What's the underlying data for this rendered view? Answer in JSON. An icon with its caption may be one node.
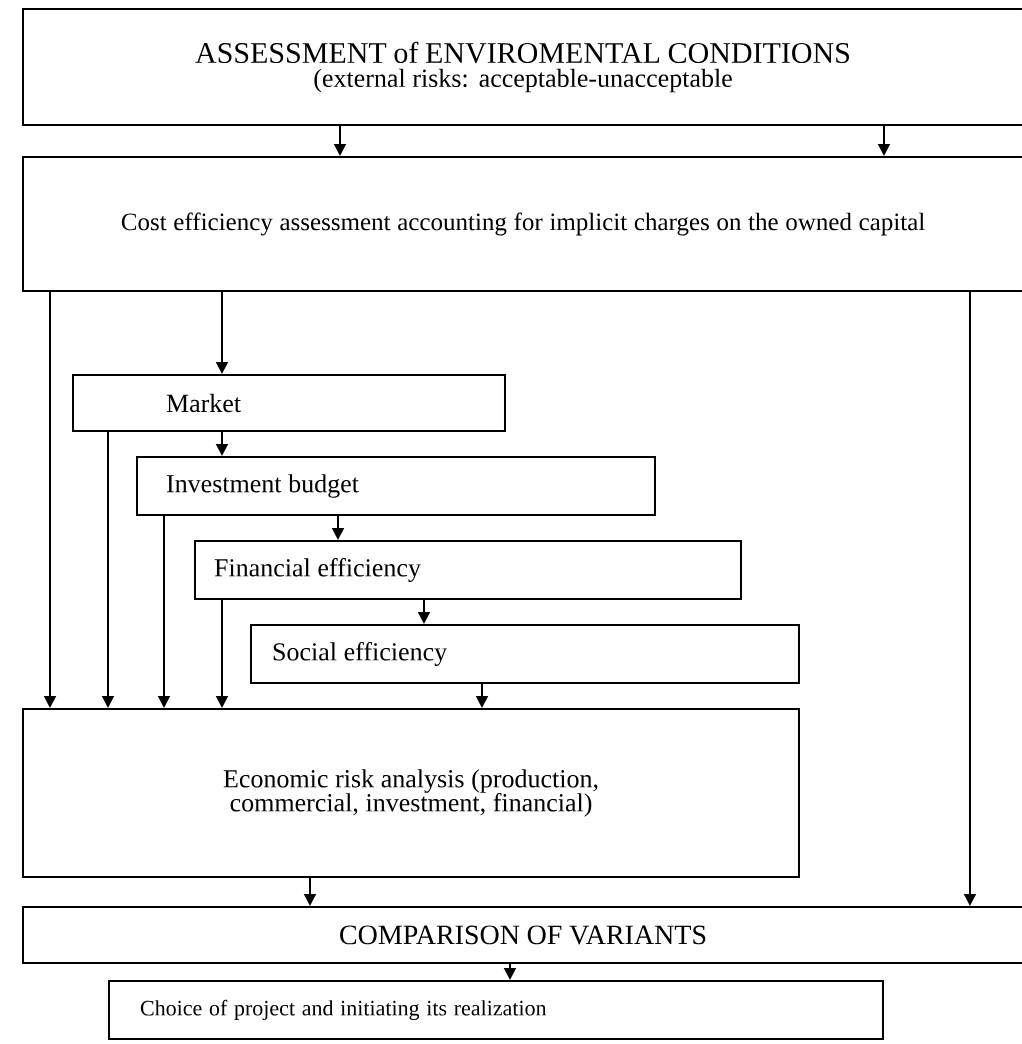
{
  "diagram": {
    "nodes": [
      {
        "text": [
          "ASSESSMENT of ENVIROMENTAL CONDITIONS",
          "(external risks: acceptable-unacceptable"
        ]
      },
      {
        "text": [
          "Cost efficiency assessment accounting for implicit charges on the owned capital"
        ]
      },
      {
        "text": [
          "Market"
        ]
      },
      {
        "text": [
          "Investment budget"
        ]
      },
      {
        "text": [
          "Financial efficiency"
        ]
      },
      {
        "text": [
          "Social efficiency"
        ]
      },
      {
        "text": [
          "Economic risk analysis (production, commercial, investment, financial)"
        ]
      },
      {
        "text": [
          "COMPARISON OF VARIANTS"
        ]
      },
      {
        "text": [
          "Choice of project and initiating its  realization"
        ]
      }
    ],
    "edges": [
      {
        "from": 0,
        "to": 1,
        "arrow": "to"
      },
      {
        "from": 0,
        "to": 1,
        "arrow": "to"
      },
      {
        "from": 1,
        "to": 2,
        "arrow": "to"
      },
      {
        "from": 1,
        "to": 6,
        "arrow": "to"
      },
      {
        "from": 1,
        "to": 7,
        "arrow": "to"
      },
      {
        "from": 2,
        "to": 3,
        "arrow": "to"
      },
      {
        "from": 2,
        "to": 6,
        "arrow": "to"
      },
      {
        "from": 3,
        "to": 4,
        "arrow": "to"
      },
      {
        "from": 3,
        "to": 6,
        "arrow": "to"
      },
      {
        "from": 4,
        "to": 5,
        "arrow": "to"
      },
      {
        "from": 4,
        "to": 6,
        "arrow": "to"
      },
      {
        "from": 5,
        "to": 6,
        "arrow": "to"
      },
      {
        "from": 6,
        "to": 7,
        "arrow": "to"
      },
      {
        "from": 7,
        "to": 8,
        "arrow": "to"
      }
    ]
  }
}
